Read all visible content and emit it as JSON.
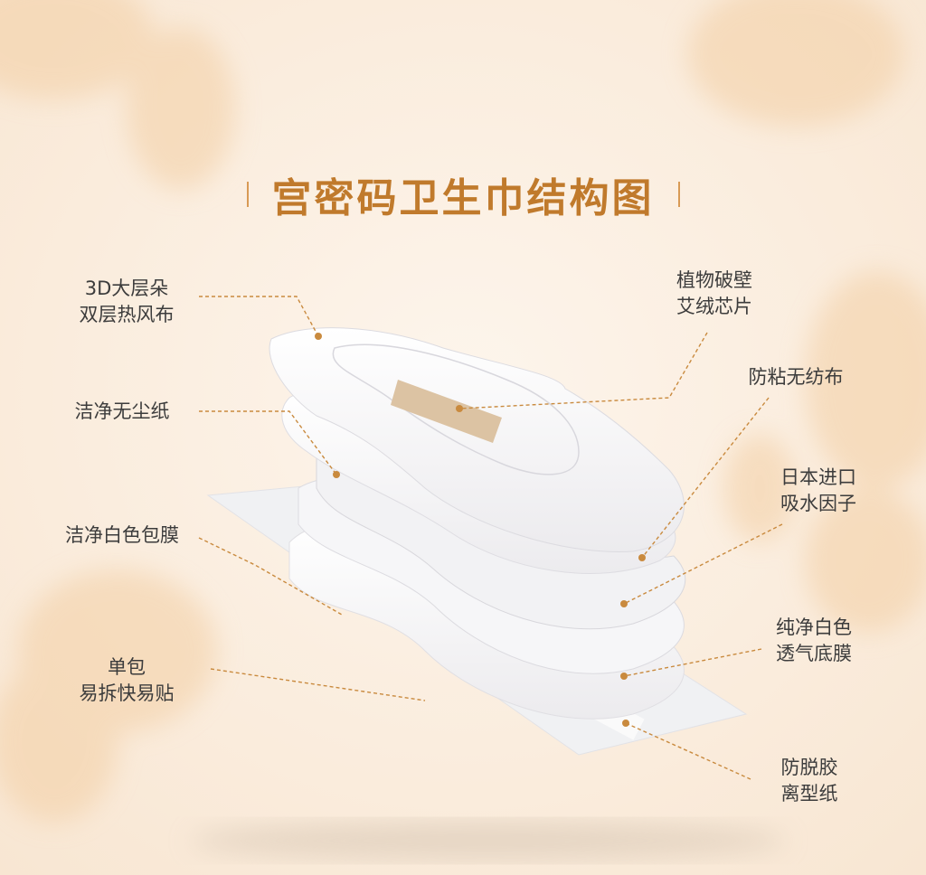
{
  "title": "宫密码卫生巾结构图",
  "colors": {
    "background": "#fbeee0",
    "title": "#c07a2c",
    "leader_line": "#c98a3e",
    "label_text": "#3c3c3c"
  },
  "layers_left": [
    {
      "line1": "3D大层朵",
      "line2": "双层热风布"
    },
    {
      "line1": "洁净无尘纸",
      "line2": ""
    },
    {
      "line1": "洁净白色包膜",
      "line2": ""
    },
    {
      "line1": "单包",
      "line2": "易拆快易贴"
    }
  ],
  "layers_right": [
    {
      "line1": "植物破壁",
      "line2": "艾绒芯片"
    },
    {
      "line1": "防粘无纺布",
      "line2": ""
    },
    {
      "line1": "日本进口",
      "line2": "吸水因子"
    },
    {
      "line1": "纯净白色",
      "line2": "透气底膜"
    },
    {
      "line1": "防脱胶",
      "line2": "离型纸"
    }
  ]
}
